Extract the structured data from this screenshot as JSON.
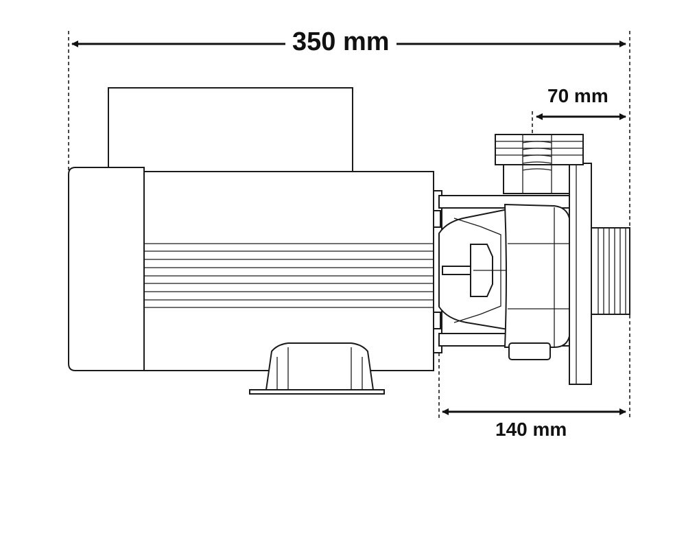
{
  "dimensions": {
    "overall_length": "350 mm",
    "outlet_offset": "70 mm",
    "wet_end_length": "140 mm"
  },
  "colors": {
    "line": "#1a1a1a",
    "background": "#ffffff"
  }
}
